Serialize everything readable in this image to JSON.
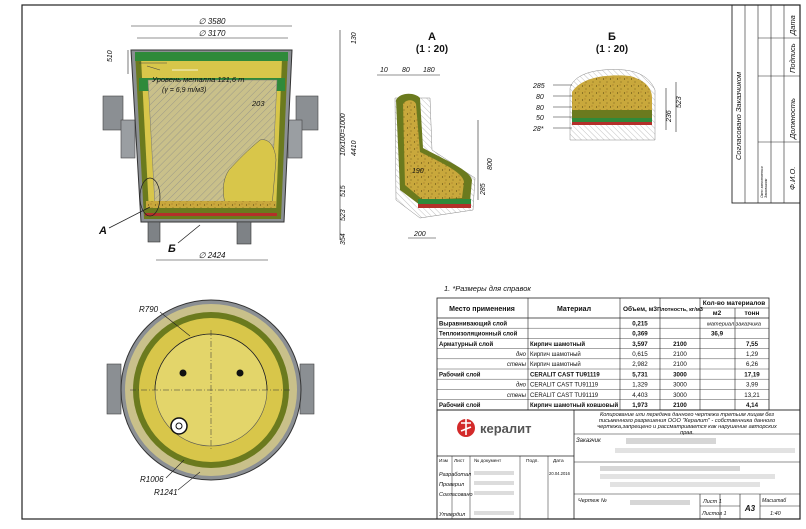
{
  "colors": {
    "lining_olive": "#6b7a1e",
    "work_yellow": "#d8c64a",
    "work_yellow_light": "#e3d56a",
    "green_band": "#2f8a3a",
    "steel_gray": "#8b8f93",
    "metal_fill": "#c9c08a",
    "logo_red": "#d32a2a"
  },
  "main_view": {
    "dims_top": [
      "∅ 3580",
      "∅ 3170"
    ],
    "dim_left": "510",
    "metal_level": "Уровень металла 121,6 т",
    "metal_density": "(γ = 6,9 т/м3)",
    "dim_203": "203",
    "dims_right": [
      "130",
      "10x100=1000",
      "4410",
      "515",
      "523",
      "354"
    ],
    "dim_bottom": "∅ 2424",
    "label_a": "А",
    "label_b": "Б"
  },
  "detail_a": {
    "title": "А",
    "scale": "(1 : 20)",
    "dims_top": [
      "10",
      "80",
      "180"
    ],
    "dims_other": [
      "800",
      "285",
      "190",
      "200"
    ]
  },
  "detail_b": {
    "title": "Б",
    "scale": "(1 : 20)",
    "dims_left": [
      "285",
      "80",
      "80",
      "50",
      "28*"
    ],
    "dims_right": [
      "523",
      "236"
    ]
  },
  "plan_view": {
    "radii": [
      "R790",
      "R1006",
      "R1241"
    ]
  },
  "note": "1. *Размеры для справок",
  "table": {
    "headers": {
      "place": "Место применения",
      "material": "Материал",
      "volume": "Объем, м3",
      "density": "Плотность, кг/м3",
      "qty": "Кол-во материалов",
      "m2": "м2",
      "tons": "тонн"
    },
    "rows": [
      {
        "place": "Выравнивающий слой",
        "sub": "",
        "material": "",
        "volume": "0,215",
        "density": "",
        "m2": "материал заказчика",
        "tons": ""
      },
      {
        "place": "Теплоизоляционный слой",
        "sub": "",
        "material": "",
        "volume": "0,369",
        "density": "",
        "m2": "36,9",
        "tons": ""
      },
      {
        "place": "Арматурный слой",
        "sub": "",
        "material": "Кирпич шамотный",
        "volume": "3,597",
        "density": "2100",
        "m2": "",
        "tons": "7,55"
      },
      {
        "place": "",
        "sub": "дно",
        "material": "Кирпич шамотный",
        "volume": "0,615",
        "density": "2100",
        "m2": "",
        "tons": "1,29"
      },
      {
        "place": "",
        "sub": "стены",
        "material": "Кирпич шамотный",
        "volume": "2,982",
        "density": "2100",
        "m2": "",
        "tons": "6,26"
      },
      {
        "place": "Рабочий слой",
        "sub": "",
        "material": "CERALIT CAST TU91119",
        "volume": "5,731",
        "density": "3000",
        "m2": "",
        "tons": "17,19"
      },
      {
        "place": "",
        "sub": "дно",
        "material": "CERALIT CAST TU91119",
        "volume": "1,329",
        "density": "3000",
        "m2": "",
        "tons": "3,99"
      },
      {
        "place": "",
        "sub": "стены",
        "material": "CERALIT CAST TU91119",
        "volume": "4,403",
        "density": "3000",
        "m2": "",
        "tons": "13,21"
      },
      {
        "place": "Рабочий слой",
        "sub": "",
        "material": "Кирпич шамотный ковшовый",
        "volume": "1,973",
        "density": "2100",
        "m2": "",
        "tons": "4,14"
      }
    ]
  },
  "title_block": {
    "logo_text": "кералит",
    "copyright": "Копирование или передача данного чертежа третьим лицам без письменного разрешения ООО \"Кералит\" - собственника данного чертежа,запрещено и рассматривается как нарушение авторских прав.",
    "customer_label": "Заказчик",
    "cols": [
      "Изм",
      "Лист",
      "№ документ",
      "Подп.",
      "Дата"
    ],
    "roles": [
      "Разработал",
      "Проверил",
      "Согласовано",
      "Утвердил"
    ],
    "date": "20.04.2016",
    "drawing_label": "Чертеж №",
    "sheet": "Лист 1",
    "sheets": "Листов 1",
    "format": "A3",
    "scale_label": "Масштаб",
    "scale_value": "1:40"
  },
  "right_strip": {
    "agreed": "Согласовано Заказчиком",
    "cols": [
      "Дата",
      "Подпись",
      "Должность",
      "Ф.И.О."
    ],
    "note": "Окно заполняется Заказчиком"
  }
}
